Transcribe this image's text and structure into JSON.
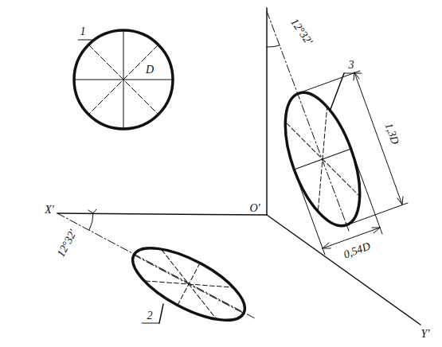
{
  "diagram": {
    "labels": [
      "1",
      "D",
      "2",
      "3",
      "X'",
      "Y'",
      "O'",
      "12°32'",
      "12°32'",
      "1,3D",
      "0,54D"
    ]
  }
}
